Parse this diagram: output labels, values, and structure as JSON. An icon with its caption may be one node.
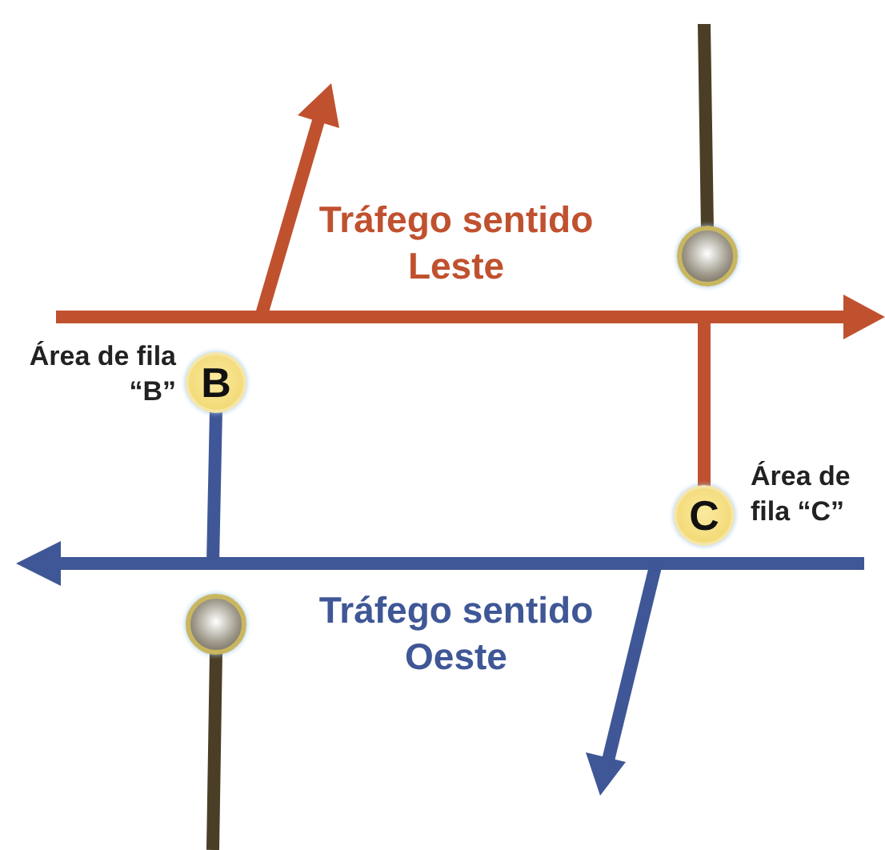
{
  "diagram": {
    "nodes": [
      {
        "text": [
          "B"
        ],
        "beside": [
          "Área de fila “B”"
        ]
      },
      {
        "text": [
          "C"
        ],
        "beside": [
          "Área de fila “C”"
        ]
      },
      {
        "text": [],
        "shape": "circle"
      },
      {
        "text": [],
        "shape": "circle"
      }
    ],
    "edges": [
      {
        "from": 0,
        "to": null,
        "arrow": "none",
        "color": "#3f5796"
      },
      {
        "from": 1,
        "to": null,
        "arrow": "none",
        "color": "#c0512f"
      },
      {
        "from": null,
        "to": 2,
        "arrow": "none",
        "color": "#4b3e26"
      },
      {
        "from": 3,
        "to": null,
        "arrow": "none",
        "color": "#4b3e26"
      }
    ],
    "labels": [
      "Tráfego sentido Leste",
      "Tráfego sentido Oeste"
    ]
  }
}
